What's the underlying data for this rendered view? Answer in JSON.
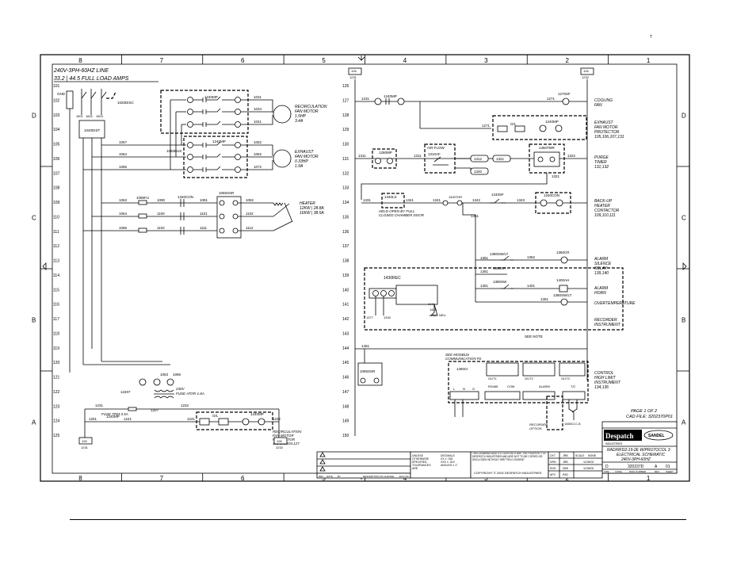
{
  "page": {
    "corner_mark": "T"
  },
  "frame": {
    "columns": [
      "8",
      "7",
      "6",
      "5",
      "4",
      "3",
      "2",
      "1"
    ],
    "rows": [
      "D",
      "C",
      "B",
      "A"
    ]
  },
  "power": {
    "line1": "240V-3PH-60HZ LINE",
    "line2": "33.2 | 44.5 FULL LOAD AMPS",
    "gnd": "GND",
    "switch": "1020DISC",
    "lines_in": [
      "1601",
      "1602",
      "1603"
    ],
    "fuse_block": "1040DIST"
  },
  "left_rungs": [
    "101",
    "102",
    "103",
    "104",
    "105",
    "106",
    "107",
    "108",
    "109",
    "110",
    "111",
    "112",
    "113",
    "114",
    "115",
    "116",
    "117",
    "118",
    "119",
    "120",
    "121",
    "122",
    "123",
    "124",
    "125"
  ],
  "right_rungs": [
    "126",
    "127",
    "128",
    "129",
    "130",
    "131",
    "132",
    "133",
    "134",
    "135",
    "136",
    "137",
    "138",
    "139",
    "140",
    "141",
    "142",
    "143",
    "144",
    "145",
    "146",
    "147",
    "148",
    "149",
    "150"
  ],
  "motors": {
    "recirc_contactor": "1240MP",
    "recirc_label": [
      "RECIRCULATION",
      "FAN MOTOR",
      "1.5HP",
      "3.4A"
    ],
    "recirc_wires": [
      "1031",
      "1034",
      "1041"
    ],
    "exhaust_contactor": "1240MP",
    "exhaust_label": [
      "EXHAUST",
      "FAN MOTOR",
      "0.33HP",
      "1.9A"
    ],
    "exhaust_wires": [
      "1052",
      "1062",
      "1072"
    ],
    "overload": "1050BUS",
    "feeders": [
      "1057",
      "1064",
      "1066"
    ]
  },
  "heater": {
    "ssr": "1065SSR",
    "fuse": "1095FU",
    "contactor": "1340CON",
    "input_wires": [
      "1063",
      "1064",
      "1065"
    ],
    "mid_wires": [
      "1090",
      "1100",
      "1103"
    ],
    "out_wires": [
      "1091",
      "1101",
      "1111"
    ],
    "load_wires": [
      "1092",
      "1102",
      "1112"
    ],
    "label": [
      "HEATER",
      "12KW | 28.8A",
      "16KW | 38.5A"
    ]
  },
  "lower_left": {
    "transformer_wires": [
      "1063",
      "1096"
    ],
    "secondary": "12207",
    "fuse_label": [
      "240V",
      "FUSE ATOR-1.6A"
    ],
    "fuse_trm": "FUSE TRM-3.5A",
    "wires": [
      "1231",
      "1241",
      "1251",
      "1207",
      "1232"
    ],
    "relay": "1240MP",
    "protector_box": "O/L",
    "protector_label": [
      "RECIRCULATION",
      "FAN MOTOR",
      "PROTECTOR",
      "102,103,104,127"
    ],
    "term_left": "126",
    "term_left_wire": "1231",
    "term_right": "126",
    "term_right_wire": "1232"
  },
  "control": {
    "top_left_term": "126",
    "top_left_wire": "1231",
    "top_right_term": "126",
    "top_right_wire": "1232",
    "cooling": {
      "contact": "1240MP",
      "lamp": "1270SF",
      "wires": [
        "1231",
        "1271"
      ],
      "label": [
        "COOLING",
        "FAN"
      ]
    },
    "exhaust_prot": {
      "box": "O/L",
      "relay": "1240MP",
      "wire": "1271",
      "label": [
        "EXHAUST",
        "FAN MOTOR",
        "PROTECTOR",
        "105,106,107,131"
      ]
    },
    "purge": {
      "relay": "1260MP",
      "airflow": "AIR FLOW",
      "switch": "1310AF",
      "timer": "1350TMR",
      "wires": [
        "1311",
        "1312",
        "1320",
        "1321",
        "1322"
      ],
      "label": [
        "PURGE",
        "TIMER",
        "131,132"
      ]
    },
    "backup": {
      "door_switch": "1340LS",
      "door_note": [
        "HELD OPEN BY FULL",
        "CLOSED CHAMBER DOOR"
      ],
      "wires": [
        "1331",
        "1341",
        "1342",
        "1343",
        "1351"
      ],
      "contact": "1240SF",
      "relay": "1400TDR",
      "relay2": "1340CON",
      "label": [
        "BACK-UP",
        "HEATER",
        "CONTACTOR",
        "109,110,111"
      ]
    },
    "alarm": {
      "silence_sw": "1380SW/LT",
      "relay": "1360CR",
      "contact": "1380CR",
      "contact2": "1380SW",
      "horn": "1400AH",
      "lamp": "1380SW/LT",
      "wires": [
        "1351",
        "1362",
        "1401"
      ],
      "silence_label": [
        "ALARM",
        "SILENCE",
        "RELAY",
        "139,140"
      ],
      "horn_label": [
        "ALARM",
        "HORN"
      ],
      "overtemp_label": "OVERTEMPERATURE"
    },
    "recorder": {
      "ref": "1430REC",
      "wires": [
        "1377",
        "1333",
        "1441",
        "1425"
      ],
      "label": [
        "RECORDER",
        "INSTRUMENT"
      ],
      "line_labels": [
        "LINE",
        "NEU"
      ]
    },
    "hlimit": {
      "wire": "1461",
      "ssr": "1065SSR",
      "comm_label": [
        "SEE MODBUS",
        "COMMUNICATION P2"
      ],
      "ref": "1460CI",
      "see_label": "SEE NOTE",
      "label": [
        "CONTROL",
        "HIGH LIMIT",
        "INSTRUMENT",
        "134,136"
      ],
      "terms_top": [
        "L",
        "N",
        "G"
      ],
      "terms_mid": [
        "OUT1",
        "OUT2",
        "OUT3"
      ],
      "terms_bot": [
        "RS485",
        "COM",
        "ALARM"
      ],
      "tc_label": "T/C",
      "relay_label": "1460CI.C-8"
    },
    "option": [
      "RECORDER",
      "OPTION"
    ]
  },
  "logo": {
    "brand": "Despatch",
    "sub": "INDUSTRIES",
    "partner": "SANDEL"
  },
  "title_block": {
    "drawing_title": [
      "RAD/RFD2-19-2E W/PROTOCOL 3",
      "ELECTRICAL SCHEMATIC",
      "240V-3PH-60HZ"
    ],
    "page_of": "PAGE 1 OF 2",
    "cad_file": "CAD FILE: 3202370P01",
    "dwg_no": "320237D",
    "size": "D",
    "rev": "A",
    "sheet": "01",
    "copyright": "COPYRIGHT © 2002 DESPATCH INDUSTRIES",
    "revision_headers": [
      "REV",
      "DATE",
      "BY",
      "DESCRIPTION OF CHANGE",
      "ECO NO."
    ],
    "notes_heading": [
      "UNLESS",
      "OTHERWISE",
      "SPECIFIED",
      "TOLERANCES",
      "ARE"
    ],
    "notes_values": [
      "DECIMALS",
      "XX ± .030",
      "XXX ± .010",
      "ANGLES ± 1°"
    ],
    "proprietary": "THIS DRAWING AND ITS CONTENTS ARE THE PROPERTY OF DESPATCH INDUSTRIES AND ARE NOT TO BE COPIED OR DISCLOSED WITHOUT WRITTEN CONSENT",
    "info_labels": [
      "CKT",
      "DRN",
      "ENG",
      "APV"
    ],
    "info_values": [
      "JRB",
      "JRB",
      "DBK",
      "PAS"
    ],
    "scale_label": "SCALE",
    "scale_value": "NONE",
    "dates": [
      "11/05/02",
      "11/05/02"
    ],
    "bottom_labels": [
      "SIZE",
      "CODE",
      "DWG NUMBER",
      "REV",
      "SHEET"
    ]
  }
}
